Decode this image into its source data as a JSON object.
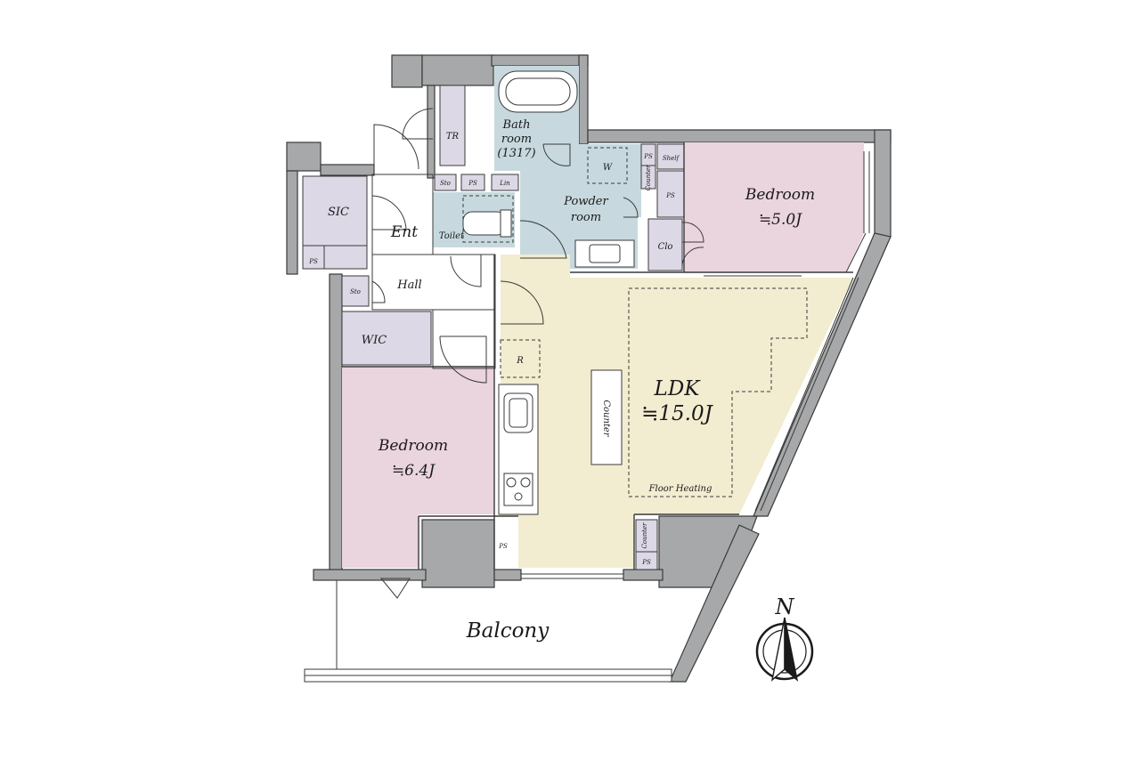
{
  "rooms": {
    "ldk": {
      "name": "LDK",
      "size": "≒15.0J"
    },
    "bedroom_east": {
      "name": "Bedroom",
      "size": "≒5.0J"
    },
    "bedroom_west": {
      "name": "Bedroom",
      "size": "≒6.4J"
    },
    "bath": {
      "line1": "Bath",
      "line2": "room",
      "line3": "(1317)"
    },
    "powder": {
      "line1": "Powder",
      "line2": "room"
    },
    "toilet": "Toilet",
    "entrance": "Ent",
    "hall": "Hall",
    "balcony": "Balcony"
  },
  "storage": {
    "sic": "SIC",
    "wic": "WIC",
    "tr": "TR",
    "clo": "Clo",
    "sto_top": "Sto",
    "sto_hall": "Sto",
    "lin": "Lin",
    "shelf": "Shelf",
    "washer": "W",
    "refrigerator": "R"
  },
  "fixtures": {
    "counter_island": "Counter",
    "counter_side": "Counter",
    "counter_small": "Counter",
    "floor_heating": "Floor Heating"
  },
  "ps_labels": [
    "PS",
    "PS",
    "PS",
    "PS",
    "PS",
    "PS"
  ],
  "compass": {
    "label": "N"
  },
  "colors": {
    "ldk": "#f2ecd0",
    "bedroom": "#ead4dd",
    "wet_area": "#c7d9de",
    "storage": "#ddd8e6",
    "wall": "#a7a8aa"
  }
}
